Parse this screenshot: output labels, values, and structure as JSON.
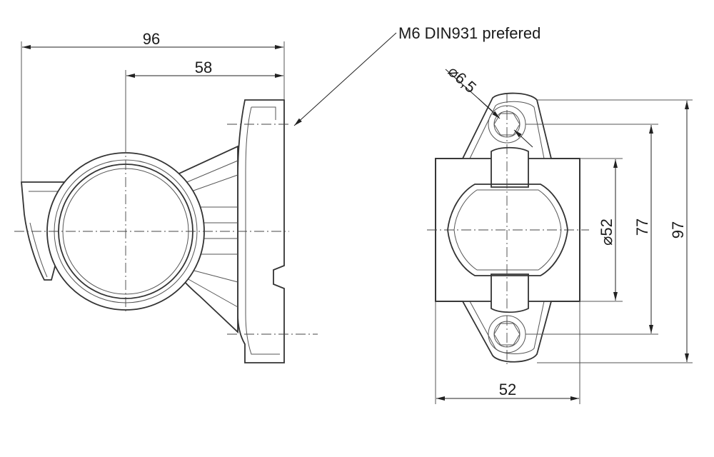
{
  "note": {
    "text": "M6 DIN931 prefered"
  },
  "dimensions": {
    "overall_width": "96",
    "offset_width": "58",
    "hole_diameter": "⌀6,5",
    "lens_diameter": "⌀52",
    "hole_spacing": "77",
    "overall_height": "97",
    "base_width": "52"
  },
  "colors": {
    "line": "#333333",
    "background": "#ffffff"
  }
}
